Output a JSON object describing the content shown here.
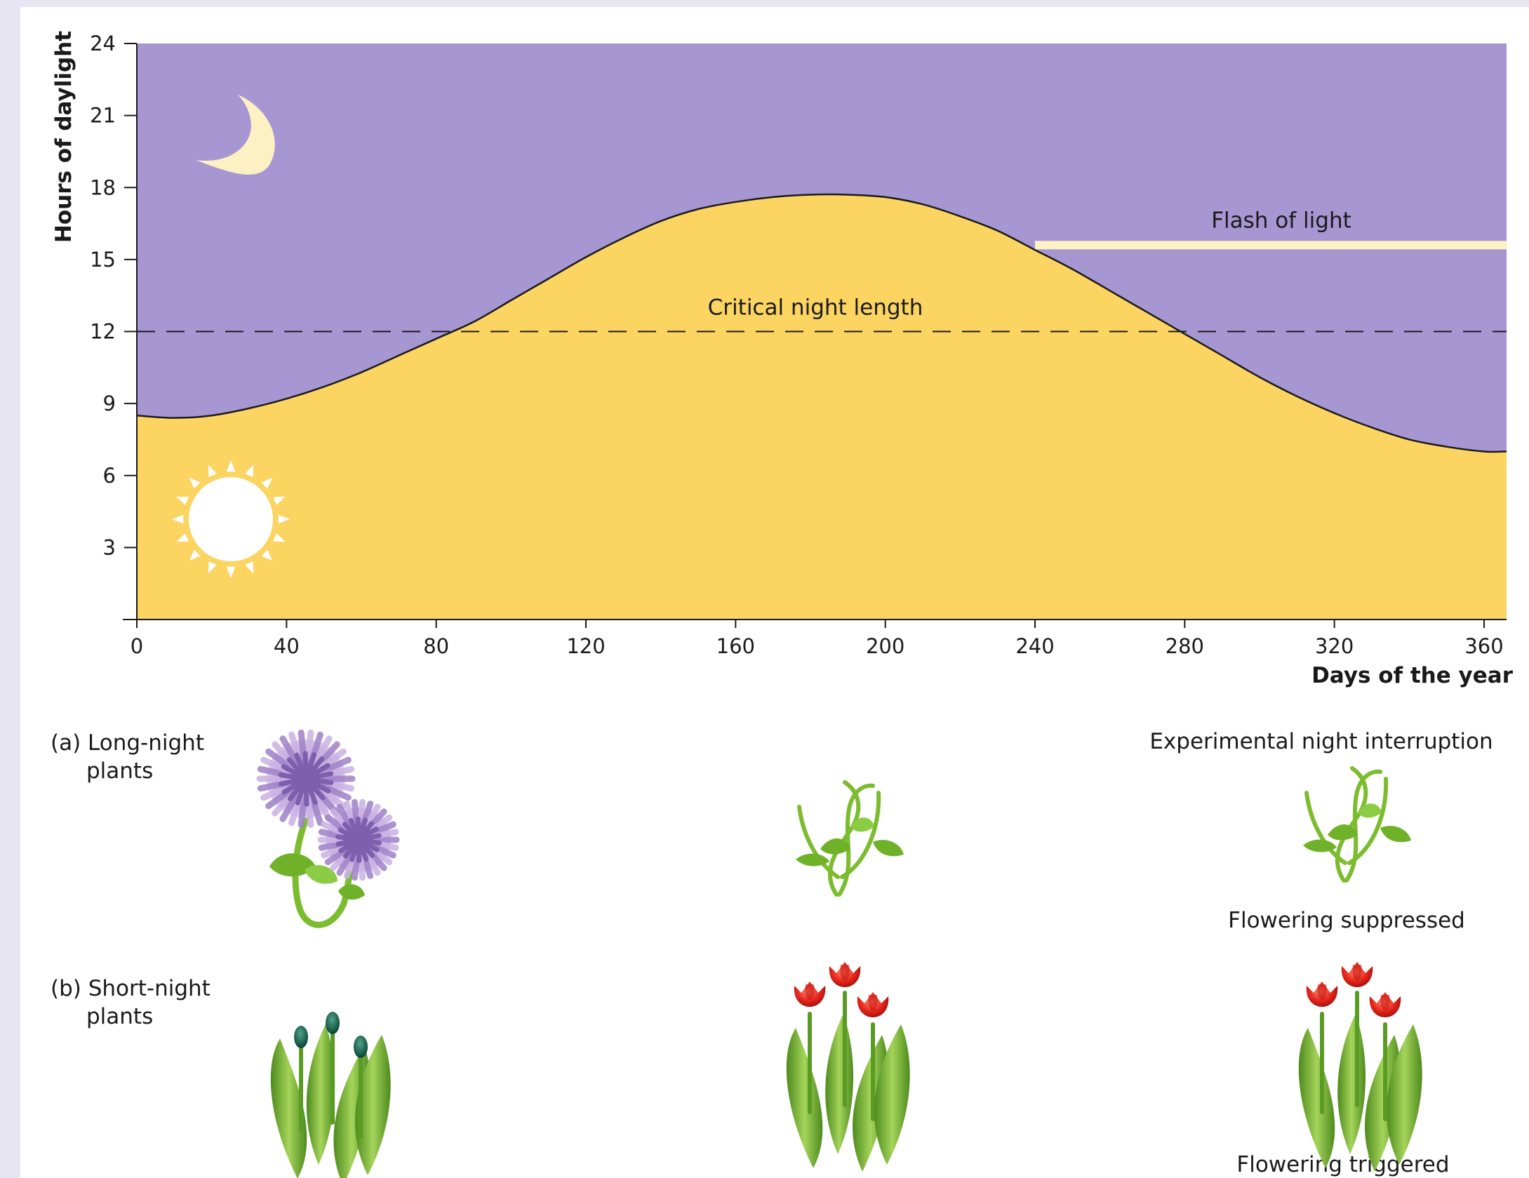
{
  "chart_data": {
    "type": "area",
    "xlabel": "Days of the year",
    "ylabel": "Hours of daylight",
    "xlim": [
      0,
      366
    ],
    "ylim": [
      0,
      24
    ],
    "x_ticks": [
      "0",
      "40",
      "80",
      "120",
      "160",
      "200",
      "240",
      "280",
      "320",
      "360"
    ],
    "y_ticks": [
      "3",
      "6",
      "9",
      "12",
      "15",
      "18",
      "21",
      "24"
    ],
    "grid": false,
    "series": [
      {
        "x": [
          0,
          10,
          20,
          30,
          40,
          50,
          60,
          70,
          80,
          90,
          100,
          110,
          120,
          130,
          140,
          150,
          160,
          170,
          180,
          190,
          200,
          210,
          220,
          230,
          240,
          250,
          260,
          270,
          280,
          290,
          300,
          310,
          320,
          330,
          340,
          350,
          360,
          366
        ],
        "y": [
          8.5,
          8.4,
          8.5,
          8.8,
          9.2,
          9.7,
          10.3,
          11.0,
          11.7,
          12.4,
          13.3,
          14.2,
          15.1,
          15.9,
          16.6,
          17.1,
          17.4,
          17.6,
          17.7,
          17.7,
          17.6,
          17.3,
          16.8,
          16.2,
          15.4,
          14.6,
          13.7,
          12.8,
          11.9,
          11.0,
          10.1,
          9.3,
          8.6,
          8.0,
          7.5,
          7.2,
          7.0,
          7.0
        ]
      }
    ],
    "annotations": {
      "critical_night": {
        "label": "Critical night length",
        "y": 12
      },
      "flash": {
        "label": "Flash of light",
        "y": 15.6,
        "x_start": 240,
        "x_end": 366
      }
    },
    "colors": {
      "night": "#a697d3",
      "day": "#fbd462",
      "flash": "#fdf2c4"
    }
  },
  "rows": {
    "a_label_line1": "(a) Long-night",
    "a_label_line2": "plants",
    "b_label_line1": "(b) Short-night",
    "b_label_line2": "plants",
    "experimental_heading": "Experimental night interruption",
    "suppressed": "Flowering suppressed",
    "triggered": "Flowering triggered"
  },
  "icons": [
    "moon-icon",
    "sun-icon",
    "chrysanthemum-icon",
    "vine-icon",
    "tulip-buds-icon",
    "tulips-icon"
  ]
}
